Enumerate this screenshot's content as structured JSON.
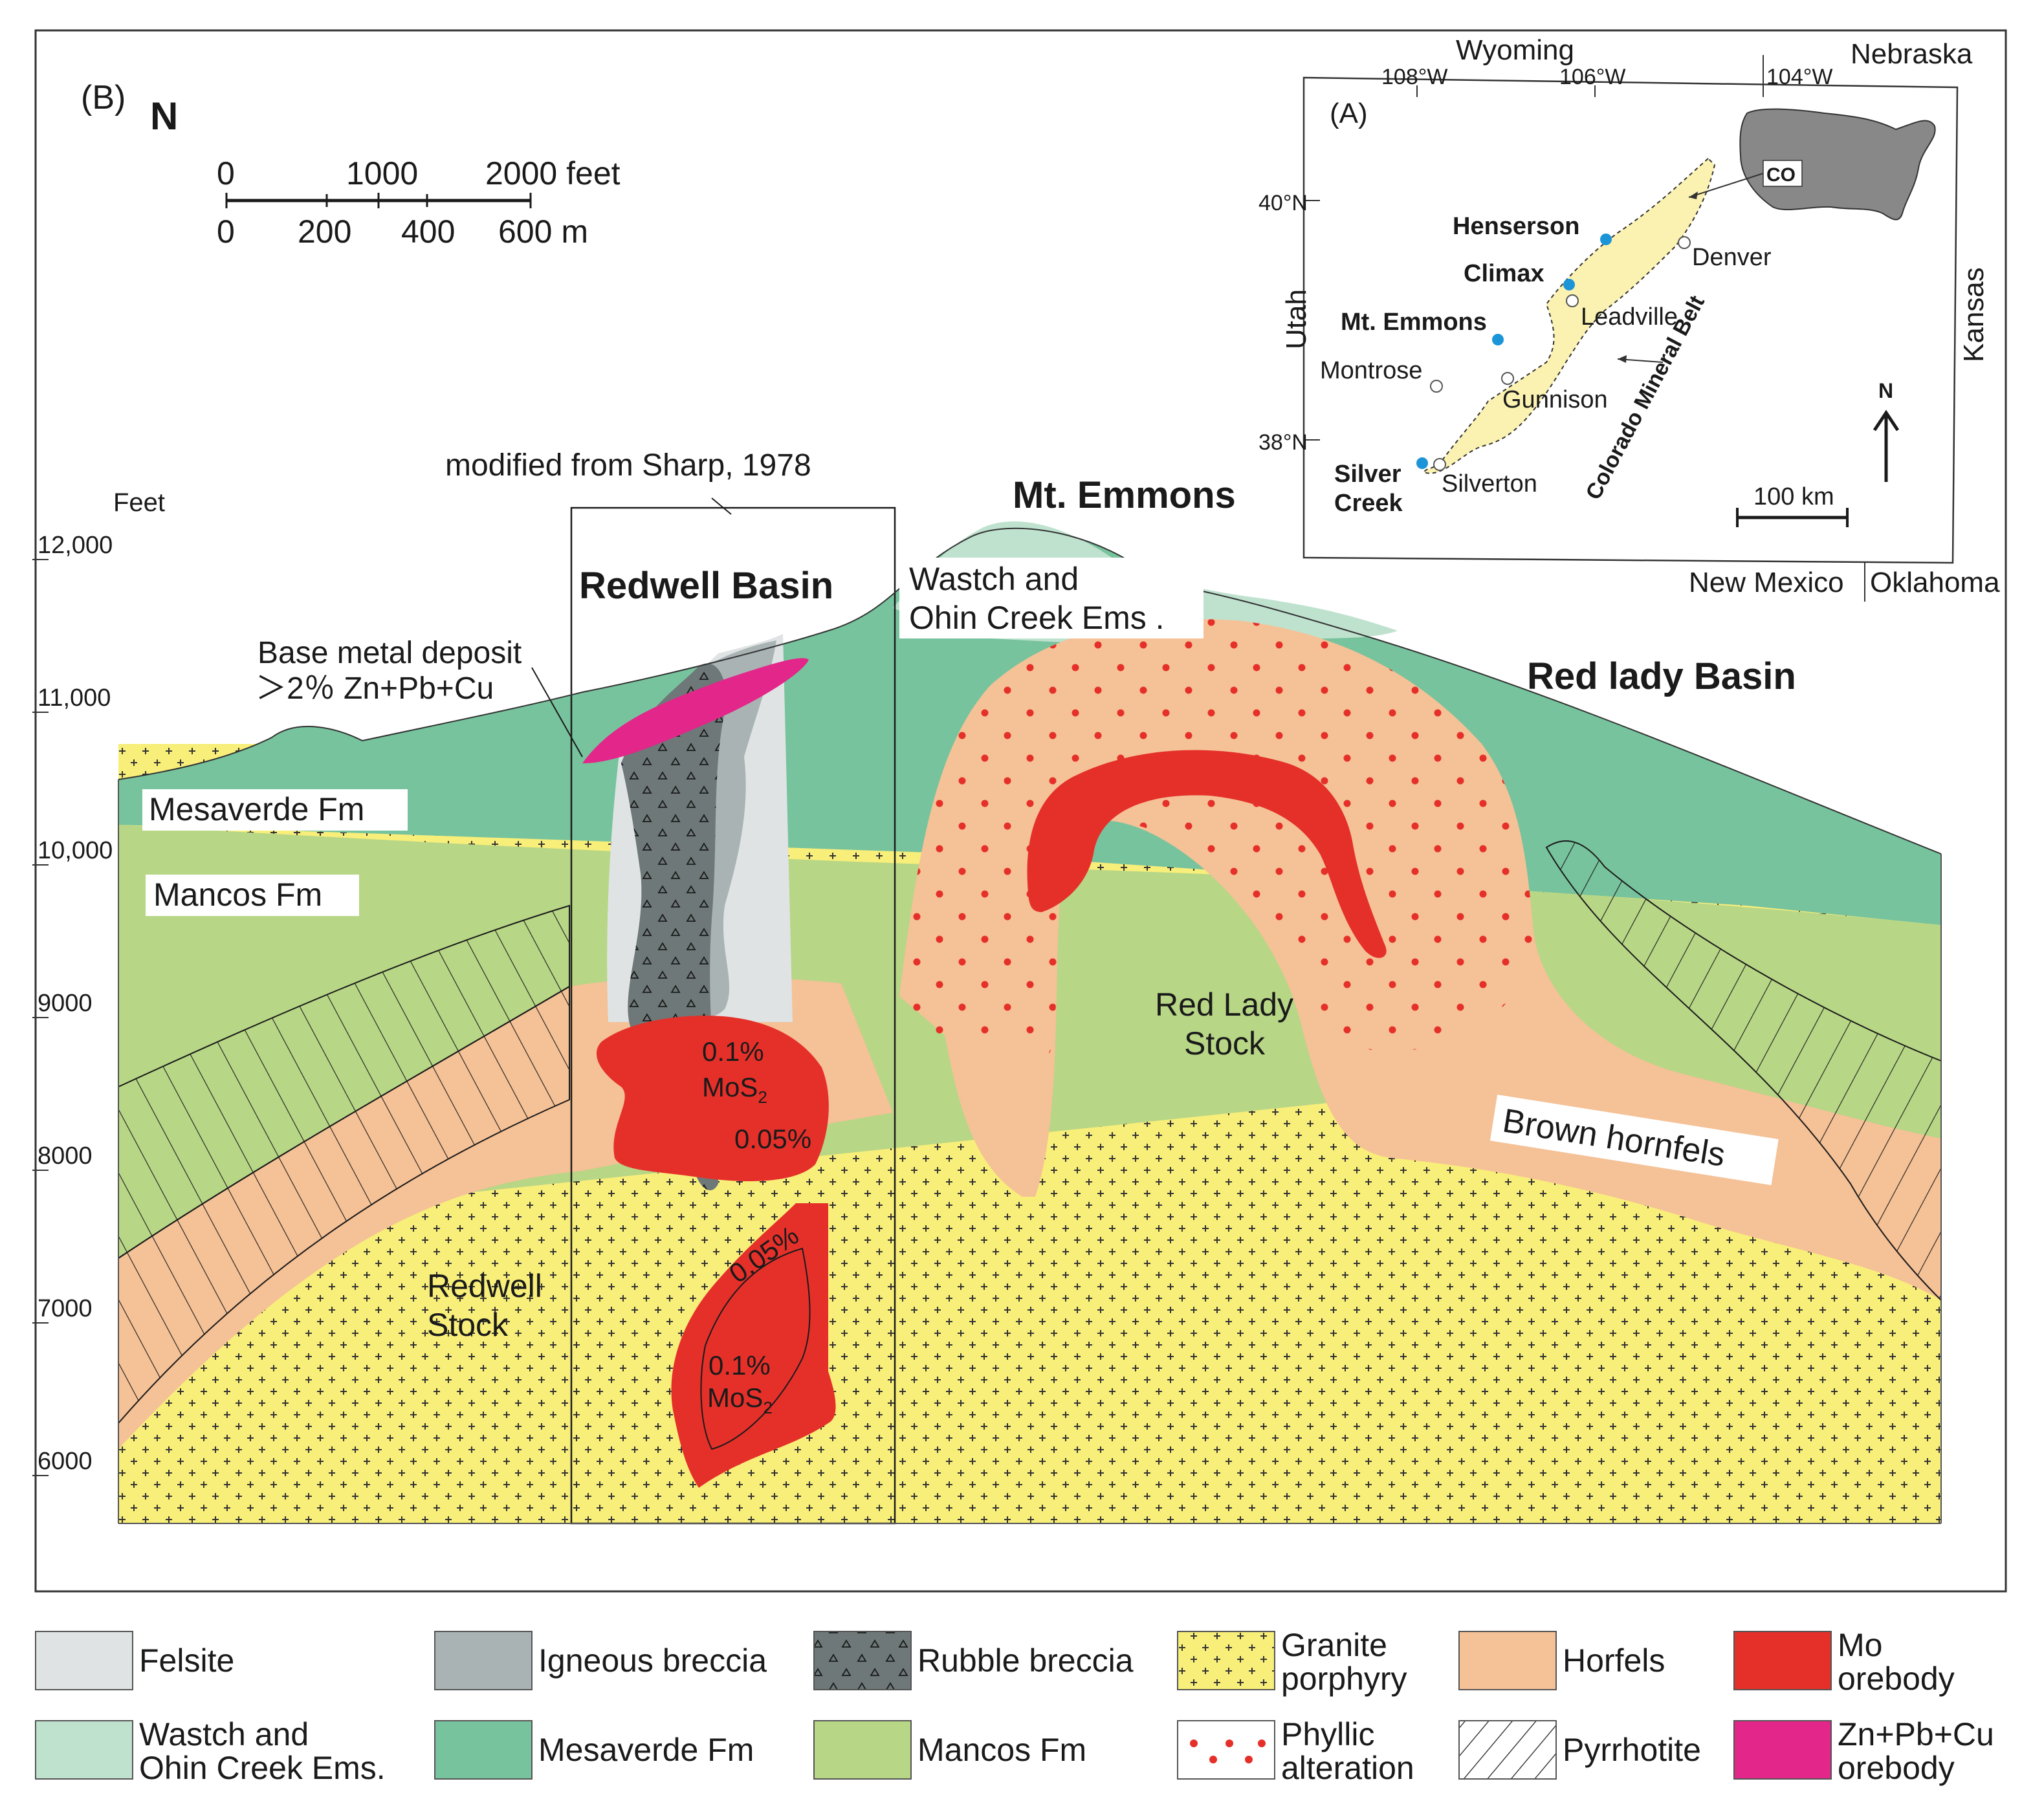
{
  "panel_b": {
    "label": "(B)",
    "north": "N",
    "scale_ft": [
      "0",
      "1000",
      "2000 feet"
    ],
    "scale_m": [
      "0",
      "200",
      "400",
      "600 m"
    ],
    "axis_unit": "Feet",
    "elevations": [
      "12,000",
      "11,000",
      "10,000",
      "9000",
      "8000",
      "7000",
      "6000"
    ],
    "source_note": "modified from Sharp, 1978",
    "titles": {
      "mt_emmons": "Mt. Emmons",
      "redwell_basin": "Redwell Basin",
      "red_lady_basin": "Red lady Basin"
    },
    "labels": {
      "base_metal_1": "Base metal deposit",
      "base_metal_2": "＞2％ Zn+Pb+Cu",
      "wastch_1": "Wastch and",
      "wastch_2": "Ohin Creek Ems .",
      "mesaverde": "Mesaverde Fm",
      "mancos": "Mancos Fm",
      "red_lady_stock_1": "Red Lady",
      "red_lady_stock_2": "Stock",
      "redwell_stock_1": "Redwell",
      "redwell_stock_2": "Stock",
      "brown_hornfels": "Brown hornfels",
      "upper_grade_1": "0.1%",
      "upper_mos": "MoS",
      "upper_grade_2": "0.05%",
      "lower_grade_1": "0.05%",
      "lower_grade_2": "0.1%",
      "lower_mos": "MoS",
      "mos_sub": "2"
    }
  },
  "panel_a": {
    "label": "(A)",
    "states": {
      "wyoming": "Wyoming",
      "nebraska": "Nebraska",
      "utah": "Utah",
      "kansas": "Kansas",
      "new_mexico": "New Mexico",
      "oklahoma": "Oklahoma"
    },
    "longitudes": [
      "108°W",
      "106°W",
      "104°W"
    ],
    "latitudes": [
      "40°N",
      "38°N"
    ],
    "deposits": [
      "Henserson",
      "Climax",
      "Mt. Emmons",
      "Silver",
      "Creek"
    ],
    "towns": [
      "Denver",
      "Leadville",
      "Montrose",
      "Gunnison",
      "Silverton"
    ],
    "belt": "Colorado Mineral Belt",
    "inset": "CO",
    "north": "N",
    "scale": "100 km"
  },
  "legend": [
    {
      "label": [
        "Felsite"
      ],
      "swatch": "felsite",
      "color": "#dfe3e3"
    },
    {
      "label": [
        "Igneous breccia"
      ],
      "swatch": "igneous",
      "color": "#a9b3b4"
    },
    {
      "label": [
        "Rubble breccia"
      ],
      "swatch": "rubble",
      "color": "#6e7878"
    },
    {
      "label": [
        "Granite",
        "porphyry"
      ],
      "swatch": "granite",
      "color": "#f8ee7a"
    },
    {
      "label": [
        "Horfels"
      ],
      "swatch": "hornfels",
      "color": "#f5c196"
    },
    {
      "label": [
        "Mo",
        "orebody"
      ],
      "swatch": "mo",
      "color": "#e5302a"
    },
    {
      "label": [
        "Wastch and",
        "Ohin Creek Ems."
      ],
      "swatch": "wastch",
      "color": "#bfe2cf"
    },
    {
      "label": [
        "Mesaverde Fm"
      ],
      "swatch": "mesaverde",
      "color": "#77c39d"
    },
    {
      "label": [
        "Mancos Fm"
      ],
      "swatch": "mancos",
      "color": "#b7d686"
    },
    {
      "label": [
        "Phyllic",
        "alteration"
      ],
      "swatch": "phyllic",
      "color": "#e5302a"
    },
    {
      "label": [
        "Pyrrhotite"
      ],
      "swatch": "pyrrhotite",
      "color": "#1a1a1a"
    },
    {
      "label": [
        "Zn+Pb+Cu",
        "orebody"
      ],
      "swatch": "zn",
      "color": "#e2268a"
    }
  ]
}
